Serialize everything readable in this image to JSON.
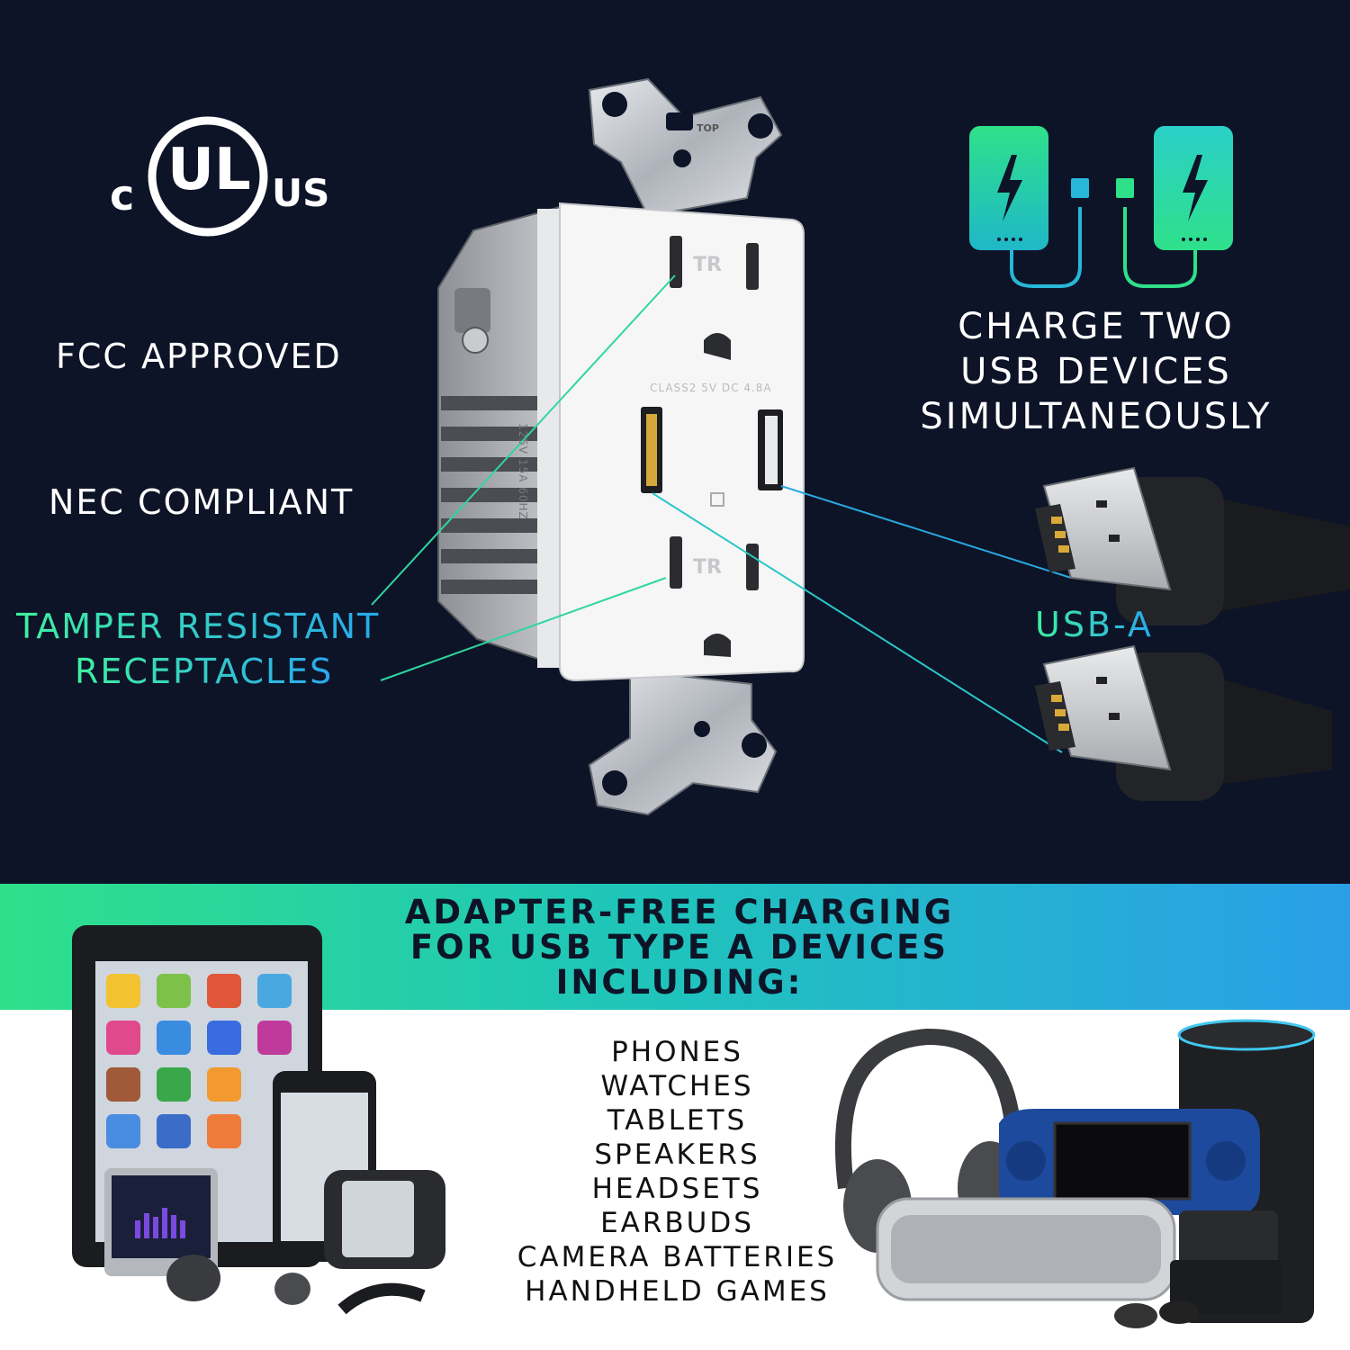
{
  "certification": {
    "logo_text": "UL",
    "left_mark": "c",
    "right_mark": "US"
  },
  "features": {
    "fcc": "FCC APPROVED",
    "nec": "NEC COMPLIANT",
    "tamper_line1": "TAMPER RESISTANT",
    "tamper_line2": "RECEPTACLES"
  },
  "outlet": {
    "tr_mark": "TR",
    "top_mark": "TOP",
    "usb_rating": "CLASS2 5V DC 4.8A",
    "side_rating": "125V 15A 60HZ"
  },
  "charging": {
    "line1": "CHARGE TWO",
    "line2": "USB DEVICES",
    "line3": "SIMULTANEOUSLY",
    "port_label": "USB-A"
  },
  "band": {
    "line1": "ADAPTER-FREE CHARGING",
    "line2": "FOR USB TYPE A DEVICES",
    "line3": "INCLUDING:"
  },
  "devices": [
    "PHONES",
    "WATCHES",
    "TABLETS",
    "SPEAKERS",
    "HEADSETS",
    "EARBUDS",
    "CAMERA BATTERIES",
    "HANDHELD GAMES"
  ],
  "colors": {
    "background": "#0d1427",
    "accent_green": "#2fe08a",
    "accent_blue": "#2a9fe8",
    "text_white": "#ffffff"
  }
}
